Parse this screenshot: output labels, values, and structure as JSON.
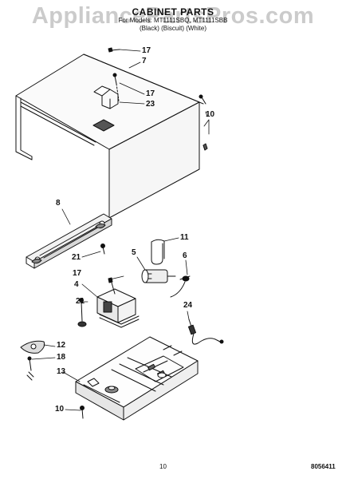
{
  "header": {
    "title": "CABINET PARTS",
    "models": "For Models: MT1111SBQ, MT1111SBB",
    "colors": "(Black) (Biscuit) (White)"
  },
  "watermark": "AppliancePartsPros.com",
  "parts": {
    "p17_top": "17",
    "p7": "7",
    "p17_mid": "17",
    "p23": "23",
    "p10_right": "10",
    "p8": "8",
    "p11": "11",
    "p5": "5",
    "p6": "6",
    "p21_a": "21",
    "p17_low": "17",
    "p4": "4",
    "p21_b": "21",
    "p24": "24",
    "p12": "12",
    "p18": "18",
    "p13": "13",
    "p10_bottom": "10"
  },
  "footer": {
    "page": "10",
    "code": "8056411"
  }
}
